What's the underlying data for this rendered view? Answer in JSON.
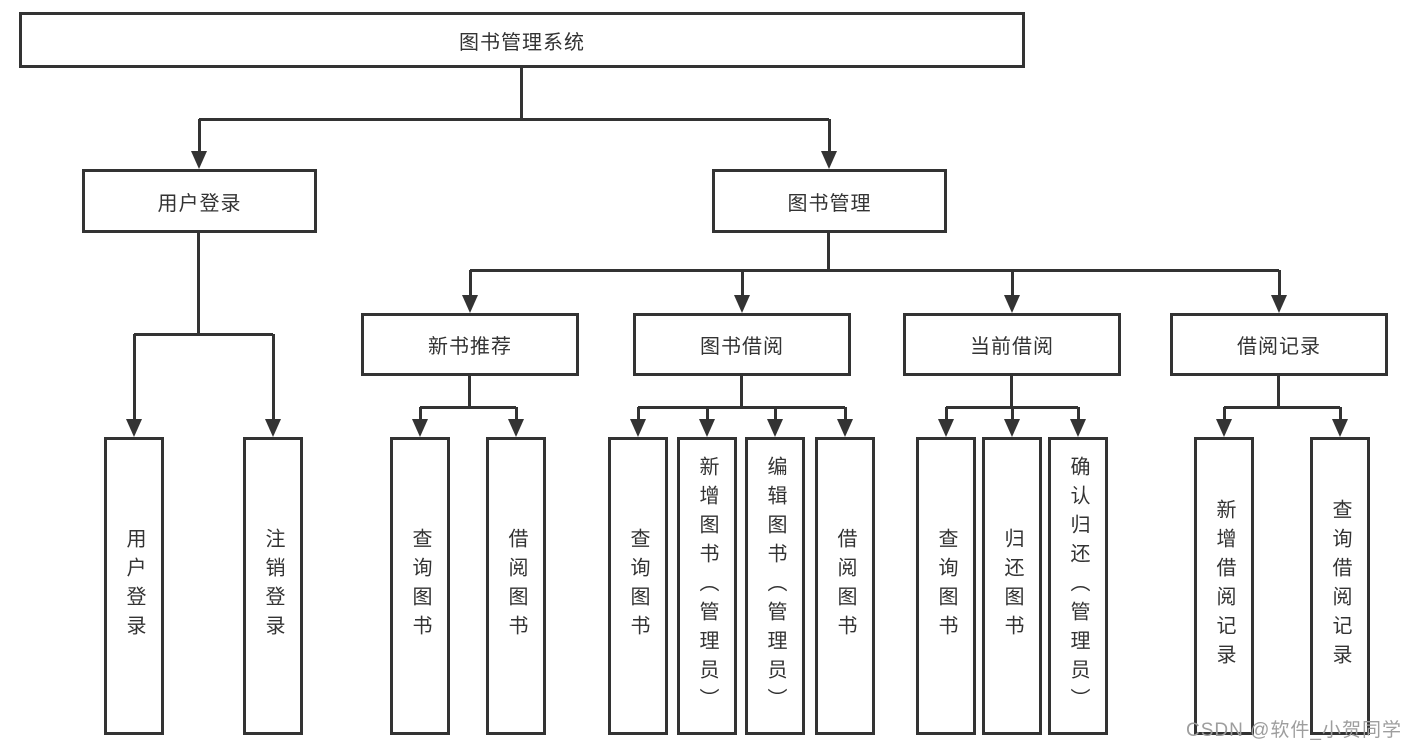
{
  "diagram": {
    "root": "图书管理系统",
    "level2": {
      "user_login": "用户登录",
      "book_management": "图书管理"
    },
    "level3": {
      "new_book_recommend": "新书推荐",
      "book_borrow": "图书借阅",
      "current_borrow": "当前借阅",
      "borrow_records": "借阅记录"
    },
    "leaves": {
      "user_login": "用户登录",
      "logout": "注销登录",
      "query_books_1": "查询图书",
      "borrow_books_1": "借阅图书",
      "query_books_2": "查询图书",
      "add_books_admin": "新增图书（管理员）",
      "edit_books_admin": "编辑图书（管理员）",
      "borrow_books_2": "借阅图书",
      "query_books_3": "查询图书",
      "return_books": "归还图书",
      "confirm_return_admin": "确认归还（管理员）",
      "add_borrow_record": "新增借阅记录",
      "query_borrow_record": "查询借阅记录"
    }
  },
  "watermark": "CSDN @软件_小贺同学",
  "colors": {
    "line": "#333333",
    "text": "#333333",
    "box_background": "#ffffff",
    "page_background": "#ffffff",
    "watermark": "#9e9e9e"
  }
}
